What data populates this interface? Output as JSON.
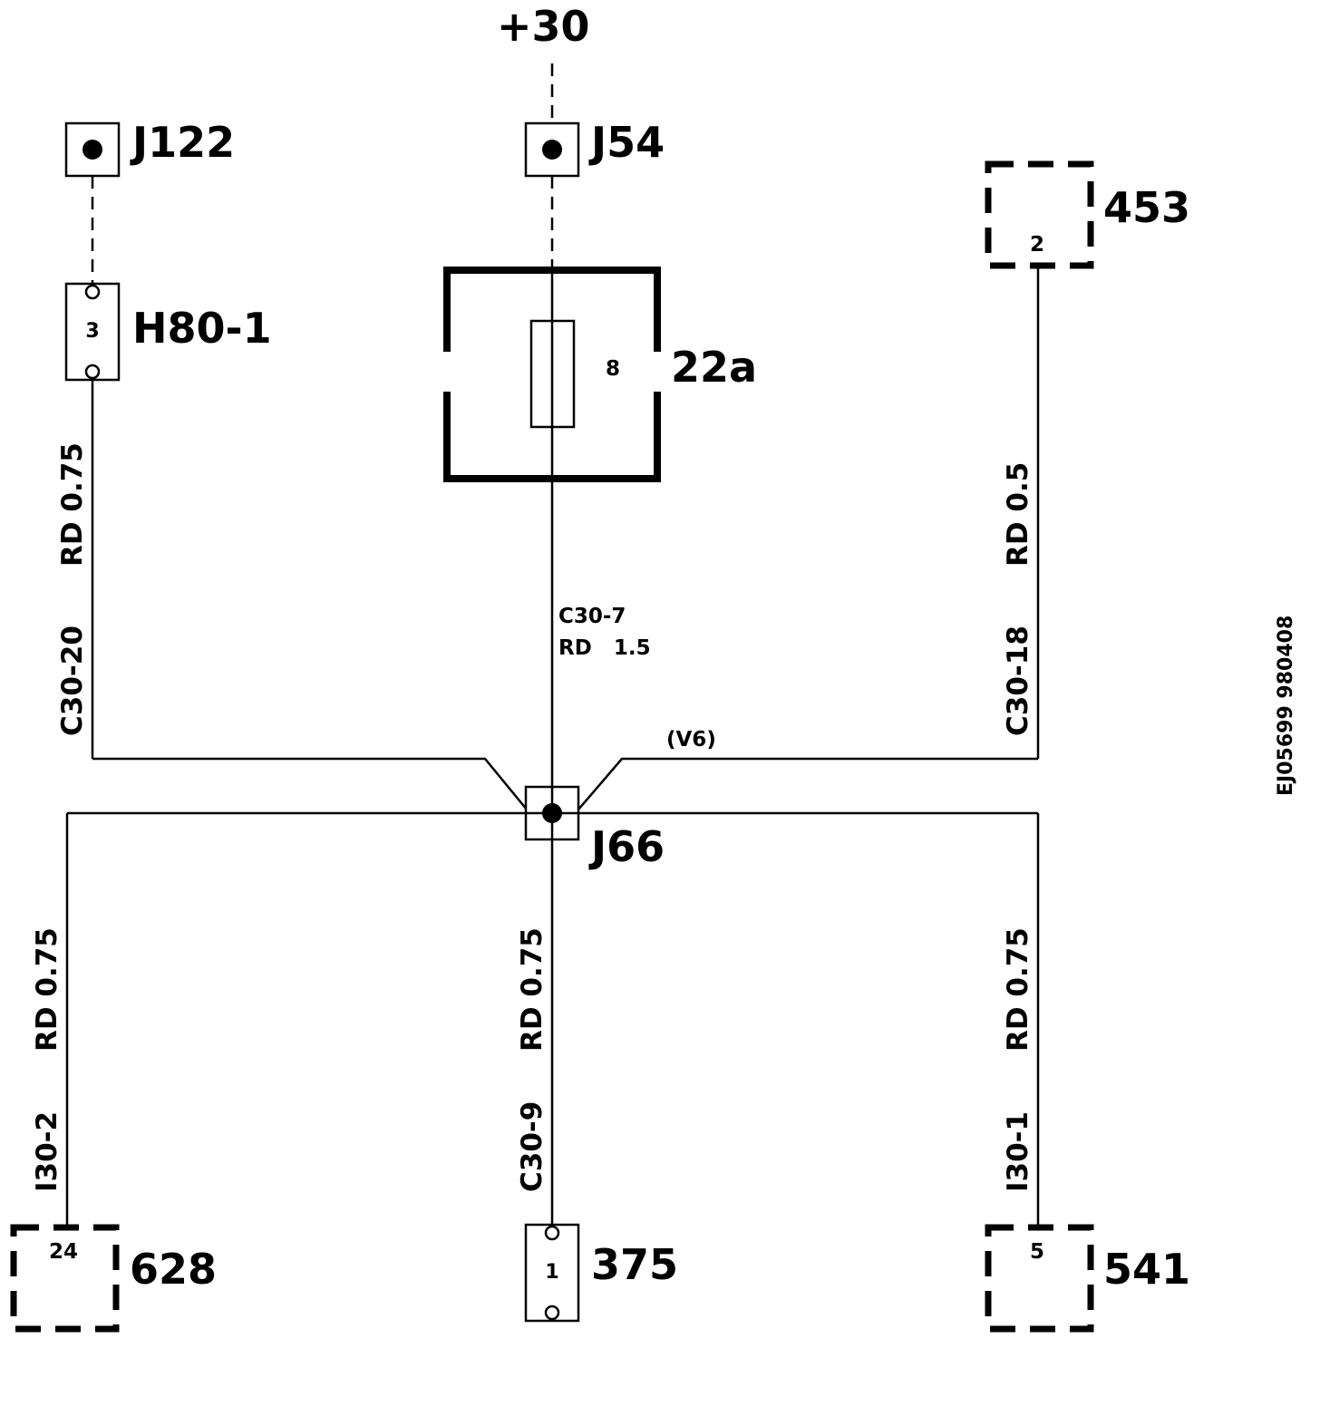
{
  "supply": {
    "label": "+30"
  },
  "components": {
    "j122": {
      "label": "J122"
    },
    "j54": {
      "label": "J54"
    },
    "h80": {
      "label": "H80-1",
      "pin": "3"
    },
    "fuse": {
      "label": "22a",
      "pin": "8"
    },
    "c453": {
      "label": "453",
      "pin": "2"
    },
    "j66": {
      "label": "J66"
    },
    "c628": {
      "label": "628",
      "pin": "24"
    },
    "c375": {
      "label": "375",
      "pin": "1"
    },
    "c541": {
      "label": "541",
      "pin": "5"
    }
  },
  "wires": {
    "w_h80": {
      "circuit": "C30-20",
      "spec": "RD 0.75"
    },
    "w_fuse": {
      "circuit": "C30-7",
      "spec": "RD   1.5"
    },
    "w_453": {
      "circuit": "C30-18",
      "spec": "RD 0.5"
    },
    "w_628": {
      "circuit": "I30-2",
      "spec": "RD 0.75"
    },
    "w_375": {
      "circuit": "C30-9",
      "spec": "RD 0.75"
    },
    "w_541": {
      "circuit": "I30-1",
      "spec": "RD 0.75"
    },
    "v6": {
      "label": "(V6)"
    }
  },
  "doc_id": "EJ05699 980408"
}
